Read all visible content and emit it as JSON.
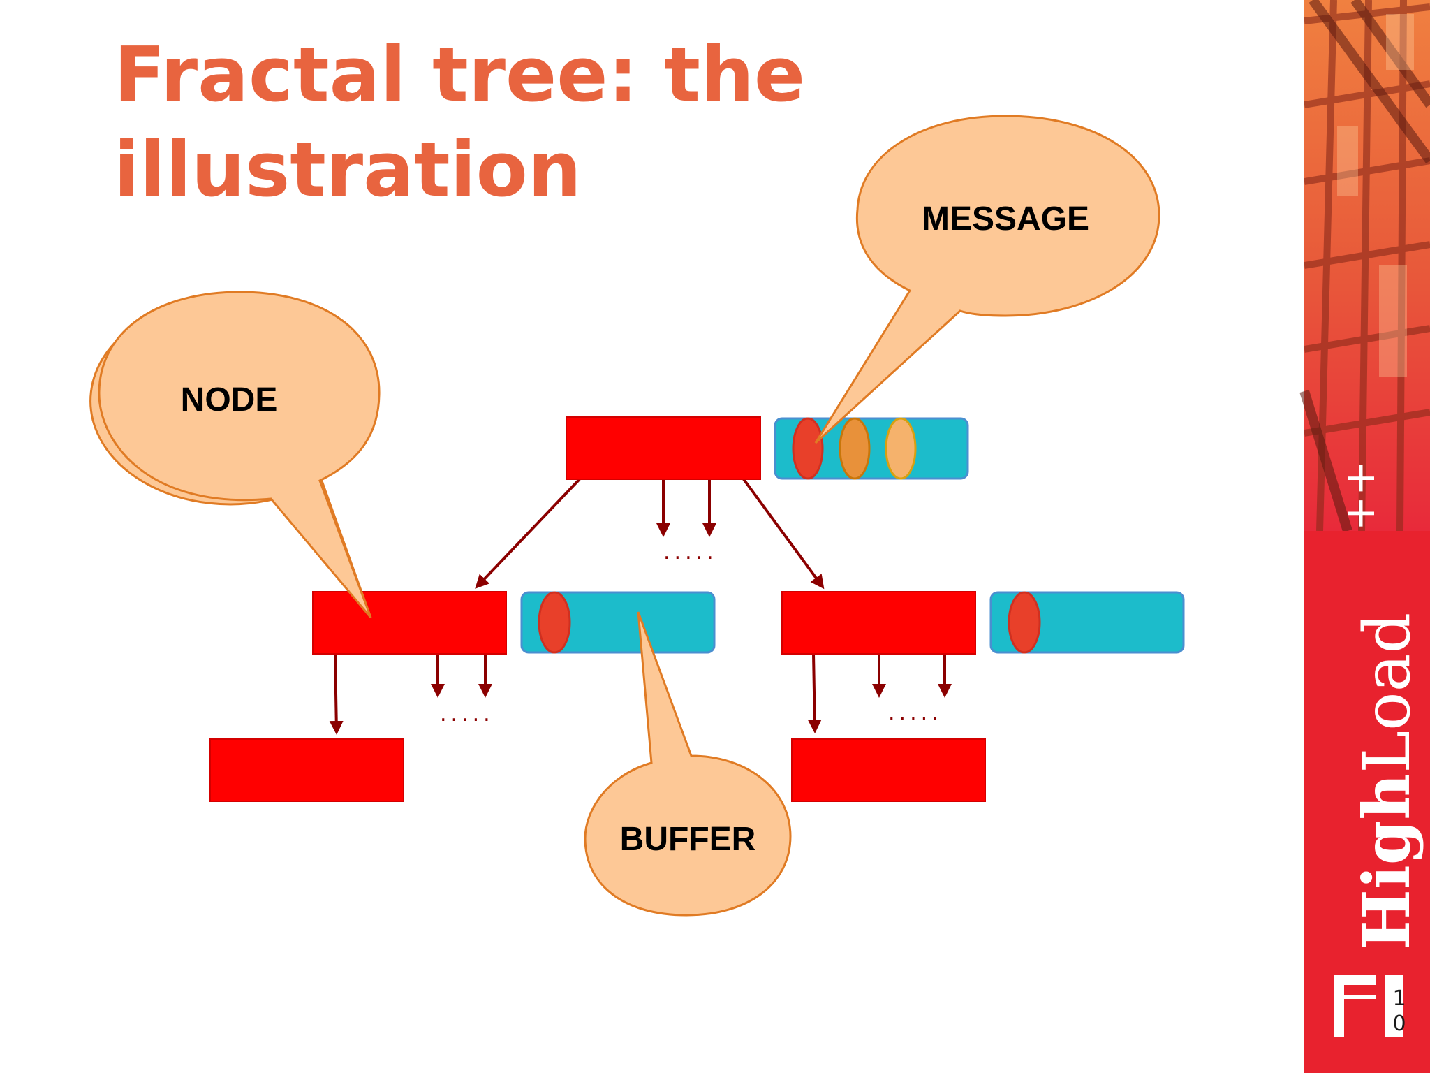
{
  "slide": {
    "title_line1": "Fractal tree: the",
    "title_line2": "illustration",
    "page_number_line1": "1",
    "page_number_line2": "0"
  },
  "diagram": {
    "callouts": {
      "node": "NODE",
      "message": "MESSAGE",
      "buffer": "BUFFER"
    },
    "ellipsis": "....."
  },
  "sidebar": {
    "brand_word": "HighLoad",
    "brand_suffix": "++"
  },
  "colors": {
    "title": "#e8643f",
    "node": "#ff0000",
    "buffer": "#1cbccb",
    "callout_fill": "#fdc896",
    "callout_stroke": "#e07b24",
    "arrow": "#8b0000",
    "sidebar_red": "#e8222e"
  }
}
